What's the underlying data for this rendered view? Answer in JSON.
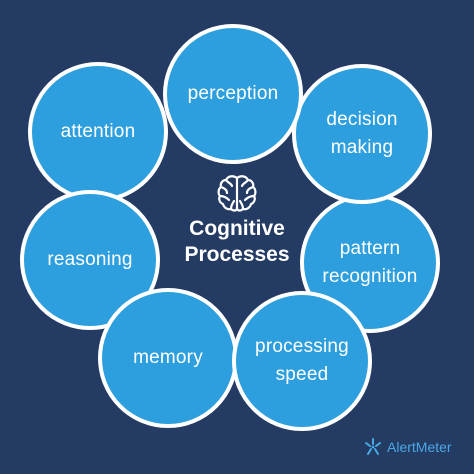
{
  "diagram": {
    "center_title": "Cognitive\nProcesses",
    "nodes": {
      "perception": "perception",
      "decision_making": "decision\nmaking",
      "pattern_recognition": "pattern\nrecognition",
      "processing_speed": "processing\nspeed",
      "memory": "memory",
      "reasoning": "reasoning",
      "attention": "attention"
    }
  },
  "brand": {
    "name": "AlertMeter",
    "logo": "alertmeter-star-logo"
  },
  "icons": {
    "center": "brain-icon"
  },
  "colors": {
    "background": "#243b63",
    "bubble_fill": "#2e9fde",
    "bubble_border": "#ffffff",
    "text": "#ffffff",
    "brand": "#4aa8e6"
  }
}
